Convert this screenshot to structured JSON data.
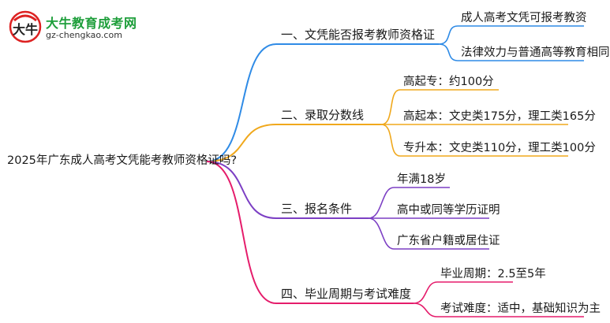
{
  "logo": {
    "title": "大牛教育成考网",
    "url": "gz-chengkao.com"
  },
  "root": {
    "label": "2025年广东成人高考文凭能考教师资格证吗?"
  },
  "branches": [
    {
      "label": "一、文凭能否报考教师资格证",
      "color": "#2f8be6",
      "leaves": [
        "成人高考文凭可报考教资",
        "法律效力与普通高等教育相同"
      ]
    },
    {
      "label": "二、录取分数线",
      "color": "#f0a81c",
      "leaves": [
        "高起专：约100分",
        "高起本：文史类175分，理工类165分",
        "专升本：文史类110分，理工类100分"
      ]
    },
    {
      "label": "三、报名条件",
      "color": "#7c3fc4",
      "leaves": [
        "年满18岁",
        "高中或同等学历证明",
        "广东省户籍或居住证"
      ]
    },
    {
      "label": "四、毕业周期与考试难度",
      "color": "#e51c6b",
      "leaves": [
        "毕业周期：2.5至5年",
        "考试难度：适中，基础知识为主"
      ]
    }
  ]
}
